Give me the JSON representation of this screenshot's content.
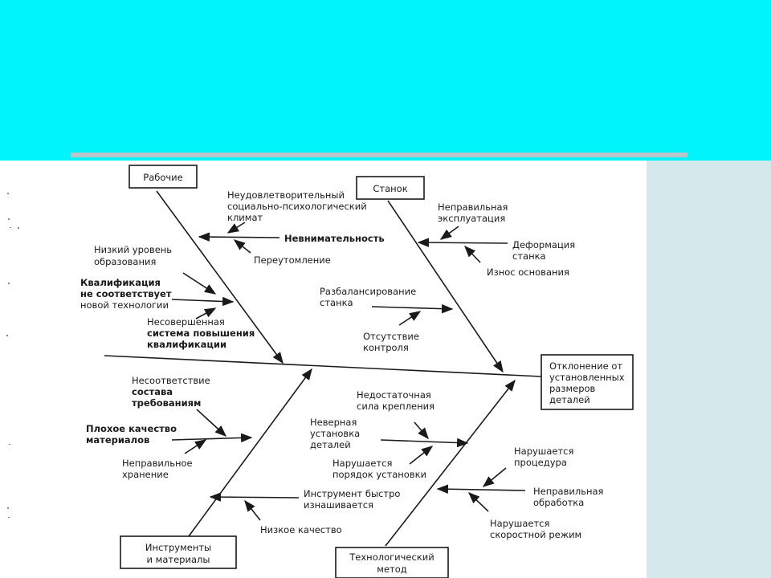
{
  "colors": {
    "top_band": "#00f4fb",
    "right_panel": "#d3e9ec",
    "paper": "#ffffff",
    "ink": "#1a1a1a"
  },
  "effect": [
    "Отклонение от",
    "установленных",
    "размеров",
    "деталей"
  ],
  "categories": {
    "workers": "Рабочие",
    "machine": "Станок",
    "tools": [
      "Инструменты",
      "и материалы"
    ],
    "method": [
      "Технологический",
      "метод"
    ]
  },
  "causes": {
    "workers": {
      "climate": [
        "Неудовлетворительный",
        "социально-психологический",
        "климат"
      ],
      "inattention": "Невнимательность",
      "fatigue": "Переутомление",
      "education": [
        "Низкий уровень",
        "образования"
      ],
      "qualification": [
        "Квалификация",
        "не соответствует",
        "новой технологии"
      ],
      "training_system": [
        "Несовершенная",
        "система повышения",
        "квалификации"
      ]
    },
    "machine": {
      "misuse": [
        "Неправильная",
        "эксплуатация"
      ],
      "deformation": [
        "Деформация",
        "станка"
      ],
      "base_wear": "Износ основания",
      "imbalance": [
        "Разбалансирование",
        "станка"
      ],
      "no_control": [
        "Отсутствие",
        "контроля"
      ]
    },
    "tools": {
      "mismatch": [
        "Несоответствие",
        "состава",
        "требованиям"
      ],
      "poor_quality_material": [
        "Плохое качество",
        "материалов"
      ],
      "storage": [
        "Неправильное",
        "хранение"
      ],
      "tool_wear": [
        "Инструмент быстро",
        "изнашивается"
      ],
      "low_quality": "Низкое качество"
    },
    "method": {
      "clamping": [
        "Недостаточная",
        "сила крепления"
      ],
      "mounting": [
        "Неверная",
        "установка",
        "деталей"
      ],
      "order": [
        "Нарушается",
        "порядок установки"
      ],
      "procedure": [
        "Нарушается",
        "процедура"
      ],
      "processing": [
        "Неправильная",
        "обработка"
      ],
      "speed": [
        "Нарушается",
        "скоростной режим"
      ]
    }
  }
}
